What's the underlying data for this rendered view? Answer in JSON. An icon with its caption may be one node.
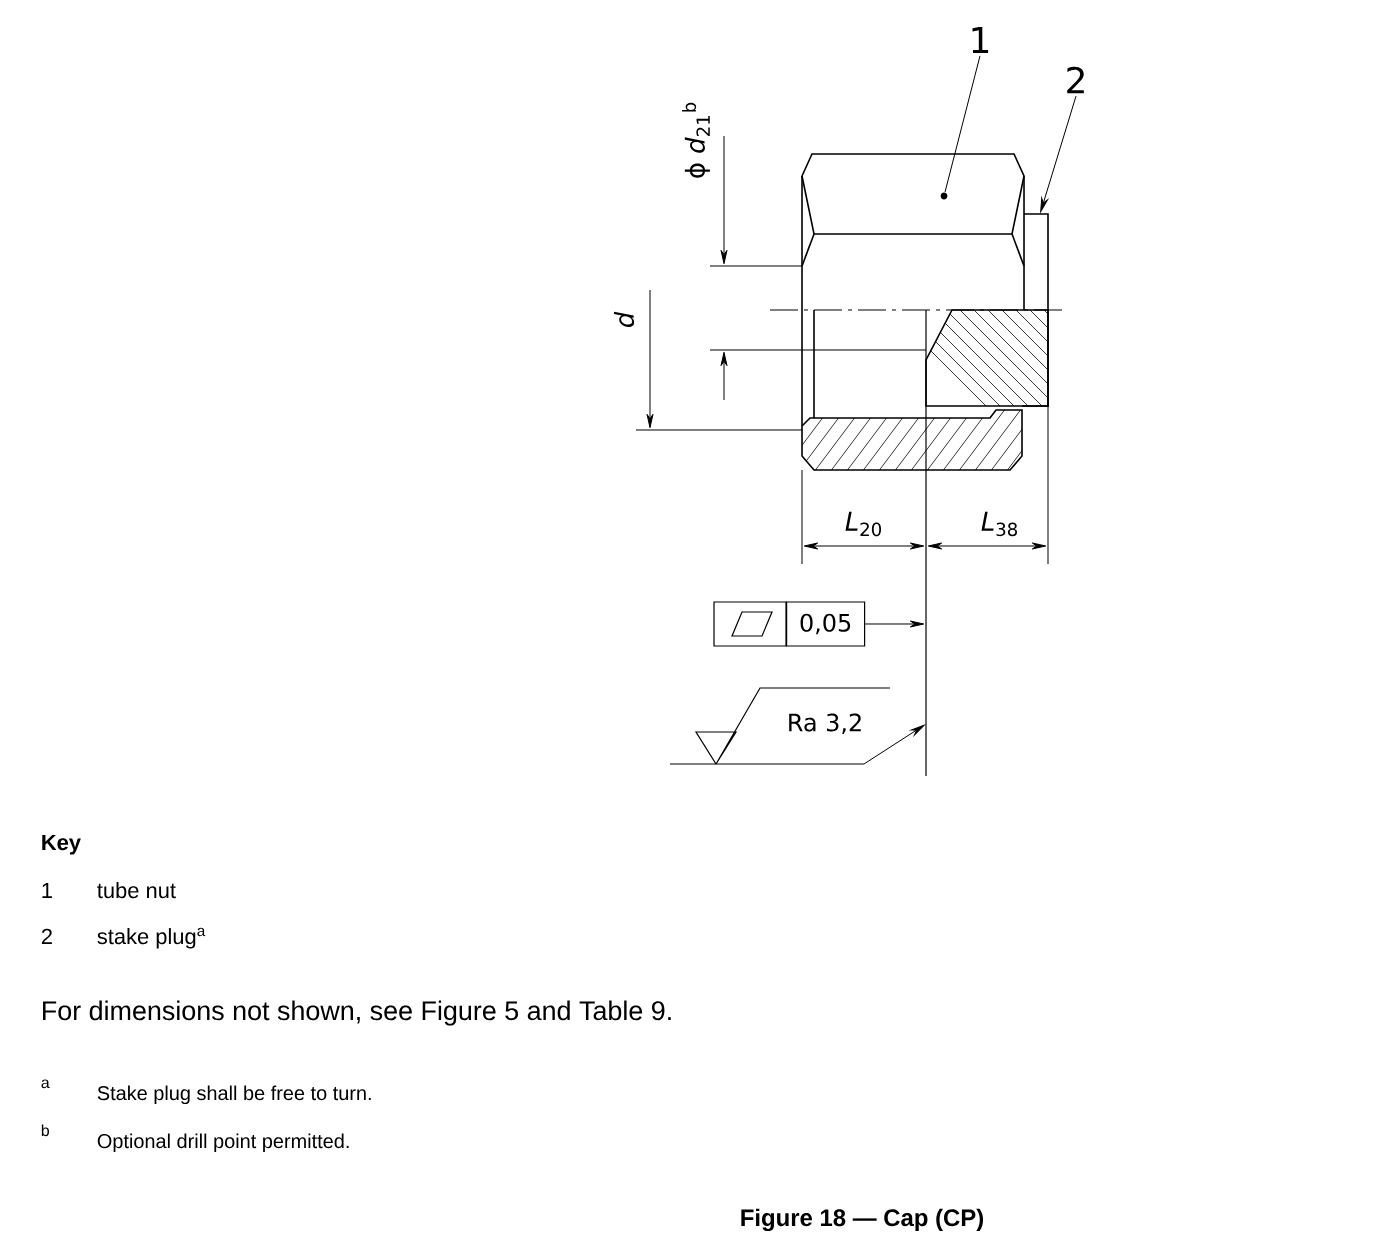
{
  "diagram": {
    "caption": "Figure 18 — Cap (CP)",
    "nodes": [
      {
        "text": [
          "1"
        ]
      },
      {
        "text": [
          "2"
        ]
      },
      {
        "text": [
          "0,05"
        ]
      },
      {
        "text": [
          "Ra 3,2"
        ]
      },
      {
        "text": [],
        "shape": "circle"
      }
    ],
    "edges": [
      {
        "from": 0,
        "to": 4,
        "arrow": "none"
      },
      {
        "from": 1,
        "to": null,
        "arrow": "to"
      },
      {
        "from": 2,
        "to": null,
        "arrow": "to"
      },
      {
        "from": 3,
        "to": null,
        "arrow": "to"
      }
    ],
    "labels": [
      "ϕ *d*$_{21}$$^{b}$",
      "d",
      "*L*$_{20}$",
      "*L*$_{38}$",
      "Key",
      "1",
      "tube nut",
      "2",
      "stake plug$^{a}$",
      "For dimensions not shown, see Figure 5 and Table 9.",
      "a",
      "Stake plug shall be free to turn.",
      "b",
      "Optional drill point permitted."
    ]
  }
}
